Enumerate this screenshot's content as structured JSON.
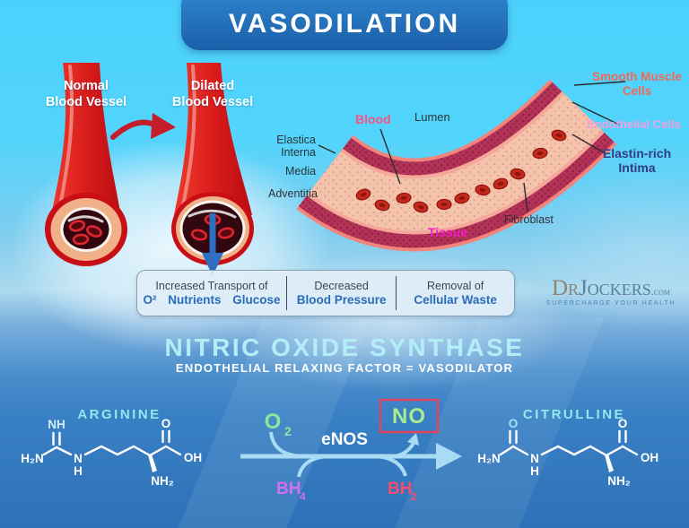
{
  "banner": {
    "title": "VASODILATION"
  },
  "vessels": {
    "normal": {
      "line1": "Normal",
      "line2": "Blood Vessel"
    },
    "dilated": {
      "line1": "Dilated",
      "line2": "Blood Vessel"
    }
  },
  "cross_section": {
    "blood": "Blood",
    "lumen": "Lumen",
    "smooth_muscle_line1": "Smooth Muscle",
    "smooth_muscle_line2": "Cells",
    "endothelial": "Endothelial Cells",
    "elastin_line1": "Elastin-rich",
    "elastin_line2": "Intima",
    "elastica_line1": "Elastica",
    "elastica_line2": "Interna",
    "media": "Media",
    "adventitia": "Adventitia",
    "fibroblast": "Fibroblast",
    "tissue": "Tissue"
  },
  "benefits": {
    "box1_line1": "Increased Transport of",
    "box1_line2": "O² Nutrients Glucose",
    "box2_line1": "Decreased",
    "box2_line2": "Blood Pressure",
    "box3_line1": "Removal of",
    "box3_line2": "Cellular Waste"
  },
  "logo": {
    "dr": "Dr",
    "jockers": "Jockers",
    "suffix": ".com",
    "tagline": "SUPERCHARGE YOUR HEALTH"
  },
  "synthase": {
    "heading": "NITRIC OXIDE SYNTHASE",
    "subheading": "ENDOTHELIAL RELAXING FACTOR = VASODILATOR"
  },
  "reaction": {
    "left_label": "ARGININE",
    "right_label": "CITRULLINE",
    "enzyme": "eNOS",
    "o2_base": "O",
    "o2_sub": "2",
    "no": "NO",
    "bh4_base": "BH",
    "bh4_sub": "4",
    "bh2_base": "BH",
    "bh2_sub": "2"
  },
  "molecules": {
    "arginine": {
      "nh": "NH",
      "h2n": "H₂N",
      "n": "N",
      "h": "H",
      "o": "O",
      "oh": "OH",
      "nh2": "NH₂"
    },
    "citrulline": {
      "o_top": "O",
      "h2n": "H₂N",
      "n": "N",
      "h": "H",
      "o": "O",
      "oh": "OH",
      "nh2": "NH₂"
    }
  },
  "colors": {
    "background_cyan": "#4ed3fc",
    "background_bottom_blue": "#2d72b8",
    "banner_blue": "#1d62ab",
    "heading_cyan": "#b3edf8",
    "benefit_blue": "#2a6cb8",
    "vessel_red": "#c90f16",
    "smooth_muscle_label": "#ef6a57",
    "endothelial_label": "#f0a0e0",
    "elastin_label": "#333d85",
    "blood_label": "#f85384",
    "tissue_label": "#ef1fc4",
    "no_green": "#aaeb8e",
    "o2_green": "#86e9a2",
    "bh4_purple": "#cf70f5",
    "bh2_pink": "#f54d70",
    "reaction_arrow_blue": "#a9dcf4"
  }
}
